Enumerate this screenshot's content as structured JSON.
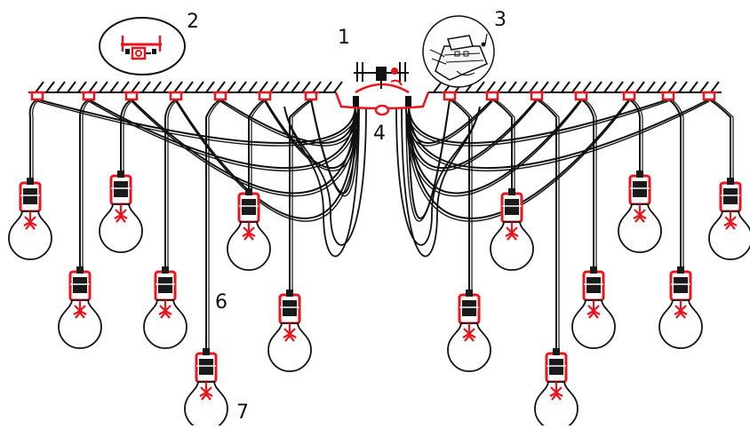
{
  "labels": {
    "l1": "1",
    "l2": "2",
    "l3": "3",
    "l4": "4",
    "l6": "6",
    "l7": "7"
  },
  "colors": {
    "accent": "#e8141e",
    "line": "#111111",
    "socket": "#1a1a1a",
    "background": "#ffffff"
  },
  "icons": {
    "bulb": "light-bulb-icon",
    "bracket": "ceiling-hook-icon",
    "canopy": "ceiling-canopy-icon",
    "mount": "mounting-bracket-icon",
    "connector": "terminal-block-icon"
  }
}
